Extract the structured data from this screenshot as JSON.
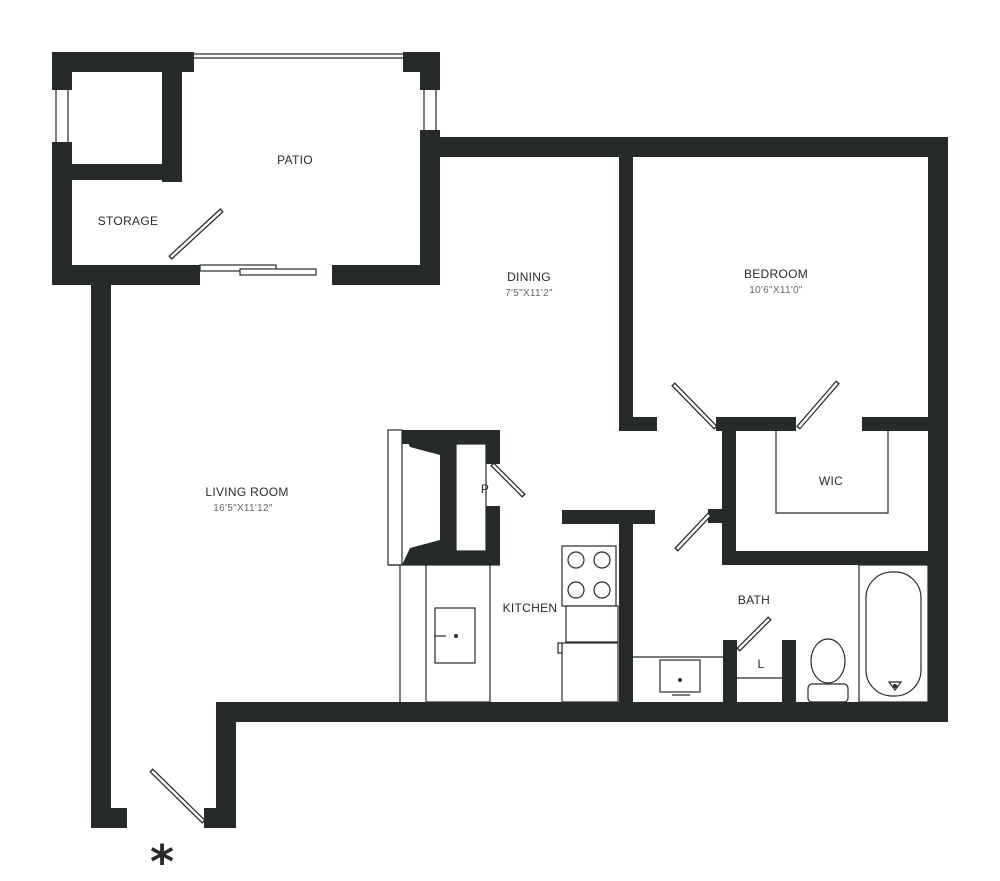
{
  "rooms": {
    "patio": {
      "name": "PATIO"
    },
    "storage": {
      "name": "STORAGE"
    },
    "dining": {
      "name": "DINING",
      "dims": "7'5\"X11'2\""
    },
    "bedroom": {
      "name": "BEDROOM",
      "dims": "10'6\"X11'0\""
    },
    "living": {
      "name": "LIVING ROOM",
      "dims": "16'5\"X11'12\""
    },
    "wic": {
      "name": "WIC"
    },
    "kitchen": {
      "name": "KITCHEN"
    },
    "bath": {
      "name": "BATH"
    }
  },
  "fixtures": {
    "pantry": "P",
    "linen": "L"
  },
  "entry_marker": "*",
  "colors": {
    "wall": "#262a2b",
    "background": "#ffffff"
  }
}
